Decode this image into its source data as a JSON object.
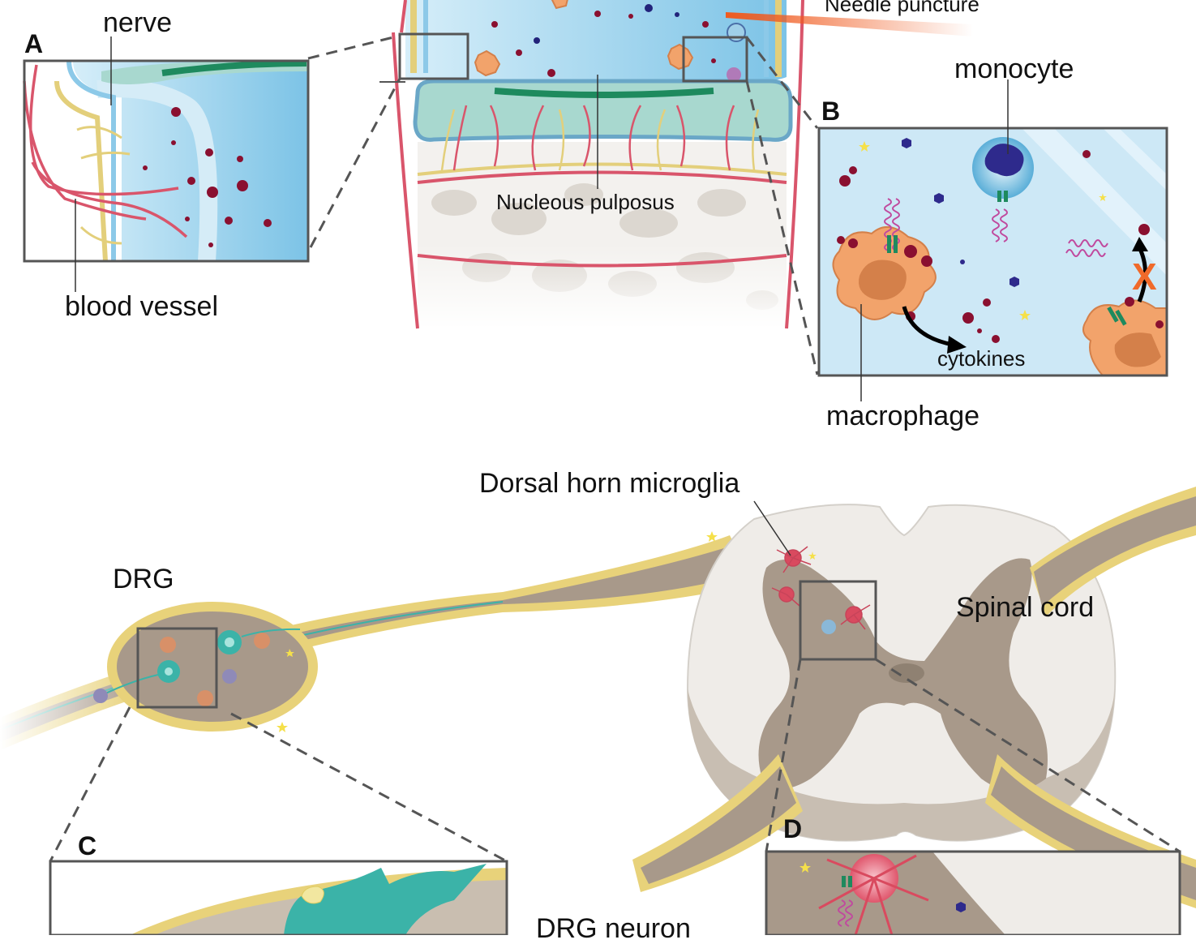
{
  "panel_letters": {
    "a": "A",
    "b": "B",
    "c": "C",
    "d": "D"
  },
  "labels": {
    "nerve": "nerve",
    "blood_vessel": "blood vessel",
    "needle_puncture": "Needle puncture",
    "nucleus_pulposus": "Nucleous pulposus",
    "monocyte": "monocyte",
    "cytokines": "cytokines",
    "macrophage": "macrophage",
    "dorsal_horn_microglia": "Dorsal horn microglia",
    "drg": "DRG",
    "spinal_cord": "Spinal cord",
    "drg_neuron": "DRG neuron"
  },
  "colors": {
    "fluid_blue": "#b9dff2",
    "vessel_red": "#d9556b",
    "nerve_yellow": "#e8d27a",
    "endplate_teal": "#a8d8cf",
    "endplate_green": "#1e8a5e",
    "macrophage_orange": "#f2a36b",
    "dark_red_dot": "#8a1030",
    "navy_hex": "#22237a",
    "grey_matter": "#a8998a",
    "white_matter": "#efece8",
    "neuron_teal": "#3bb3a8",
    "microglia_red": "#d94a5f",
    "needle_orange": "#f06a2a"
  },
  "icons": [
    "blood-cell-dot",
    "cytokine-hexagon",
    "star-marker",
    "receptor-coil",
    "blocked-x"
  ]
}
